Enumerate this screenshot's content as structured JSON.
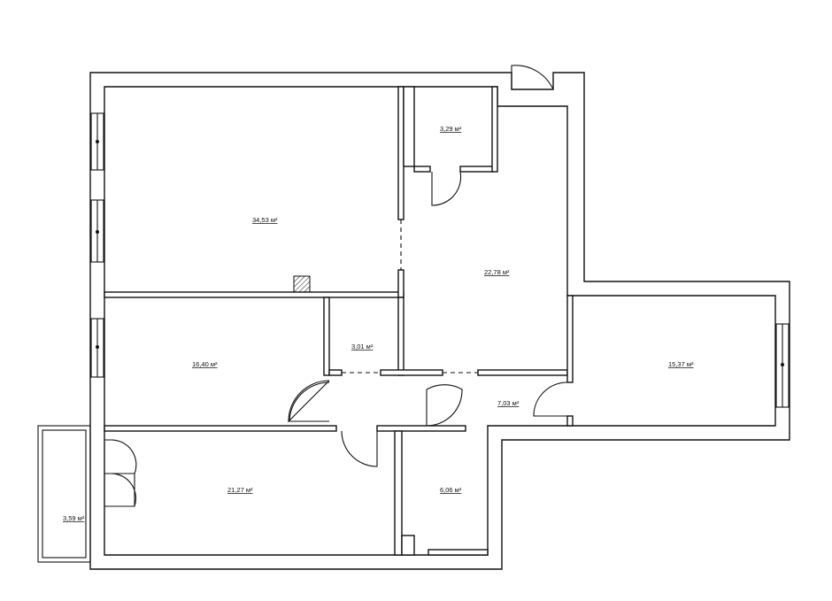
{
  "rooms": {
    "living": "34,53 м²",
    "storage": "3,29 м²",
    "hall": "22,78 м²",
    "bathroom": "3,01 м²",
    "bedroom_left": "16,40 м²",
    "bedroom_right": "15,37 м²",
    "corridor": "7,03 м²",
    "bedroom_bottom": "21,27 м²",
    "toilet": "6,06 м²",
    "balcony": "3,59 м²"
  },
  "colors": {
    "line": "#111111",
    "background": "#ffffff"
  }
}
